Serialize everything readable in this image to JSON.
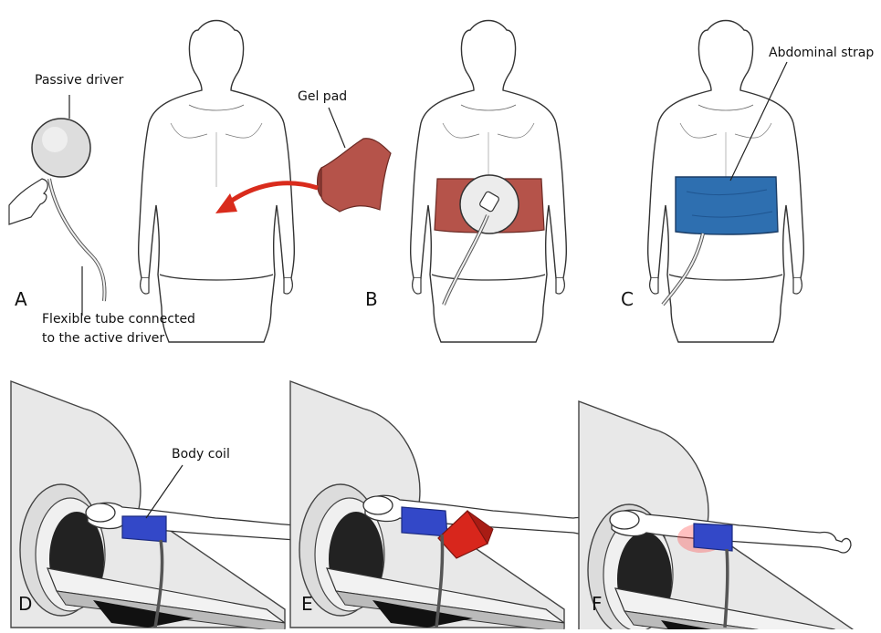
{
  "labels": {
    "passive_driver": "Passive driver",
    "flexible_tube_line1": "Flexible tube connected",
    "flexible_tube_line2": "to the active driver",
    "gel_pad": "Gel pad",
    "abdominal_strap": "Abdominal strap",
    "body_coil": "Body coil"
  },
  "panels": [
    "A",
    "B",
    "C",
    "D",
    "E",
    "F"
  ],
  "colors": {
    "gel_pad": "#b5534a",
    "arrow": "#d92b1c",
    "strap": "#2e6fb0",
    "coil": "#3348c8",
    "wedge": "#d8261c",
    "outline": "#2a2a2a",
    "scanner": "#e4e4e4"
  }
}
